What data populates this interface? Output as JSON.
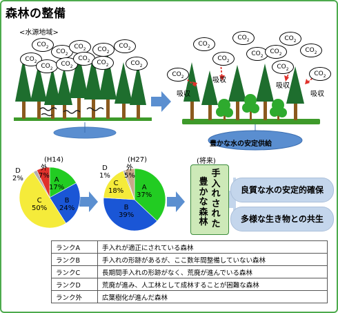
{
  "title": "森林の整備",
  "subtitle": "<水源地域>",
  "co2_label": "CO",
  "co2_sub": "2",
  "absorb_label": "吸収",
  "spring_label": "豊かな水の安定供給",
  "pie_h14": {
    "year": "(H14)",
    "slices": [
      {
        "name": "A",
        "value": 17,
        "label": "17%",
        "color": "#22cc22"
      },
      {
        "name": "B",
        "value": 24,
        "label": "24%",
        "color": "#1a56d6"
      },
      {
        "name": "C",
        "value": 50,
        "label": "50%",
        "color": "#f5eb3a"
      },
      {
        "name": "D",
        "value": 2,
        "label": "2%",
        "color": "#b0b0b0"
      },
      {
        "name": "外",
        "value": 7,
        "label": "7%",
        "color": "#e0312b"
      }
    ]
  },
  "pie_h27": {
    "year": "(H27)",
    "slices": [
      {
        "name": "A",
        "value": 37,
        "label": "37%",
        "color": "#22cc22"
      },
      {
        "name": "B",
        "value": 39,
        "label": "39%",
        "color": "#1a56d6"
      },
      {
        "name": "C",
        "value": 18,
        "label": "18%",
        "color": "#f5eb3a"
      },
      {
        "name": "D",
        "value": 1,
        "label": "1%",
        "color": "#b0b0b0"
      },
      {
        "name": "外",
        "value": 5,
        "label": "5%",
        "color": "#c8a88a"
      }
    ]
  },
  "future": {
    "label": "(将来)",
    "col1": "手入れされた",
    "col2": "豊かな森林"
  },
  "benefits": [
    "良質な水の安定的確保",
    "多様な生き物との共生"
  ],
  "ranks": [
    {
      "rank": "ランクA",
      "desc": "手入れが適正にされている森林"
    },
    {
      "rank": "ランクB",
      "desc": "手入れの形跡があるが、ここ数年間整備していない森林"
    },
    {
      "rank": "ランクC",
      "desc": "長期間手入れの形跡がなく、荒廃が進んでいる森林"
    },
    {
      "rank": "ランクD",
      "desc": "荒廃が進み、人工林として成林することが困難な森林"
    },
    {
      "rank": "ランク外",
      "desc": "広葉樹化が進んだ森林"
    }
  ],
  "colors": {
    "frame": "#4daa4d",
    "tree": "#1e6e2e",
    "trunk": "#8b5a1e",
    "ground": "#3e9a2a",
    "water": "#5a8ed0",
    "arrow_blue": "#5b8fd0",
    "arrow_red": "#e0312b"
  }
}
